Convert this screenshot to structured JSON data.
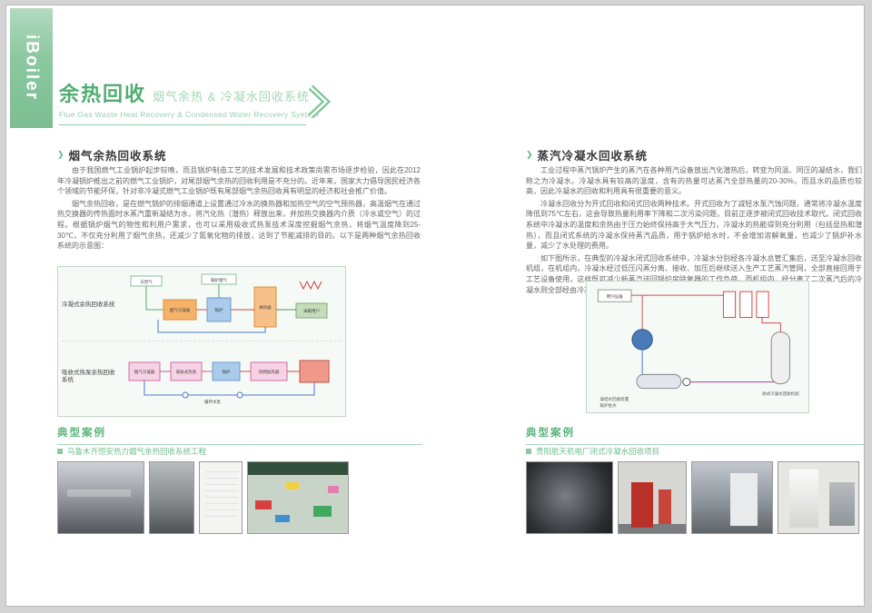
{
  "theme": {
    "accent": "#5fb57d",
    "accent_light": "#a9d6ba",
    "title_green": "#4fae6f"
  },
  "brand": {
    "logo_text": "iBoiler"
  },
  "icons": {
    "section_marker": "❯",
    "brand_bar": "brand-vertical-bar",
    "chevron": "chevron-right"
  },
  "header": {
    "title": "余热回收",
    "subtitle": "烟气余热 & 冷凝水回收系统",
    "subtitle_en": "Flue Gas Waste Heat Recovery & Condensed Water Recovery Syetem"
  },
  "left_section": {
    "heading": "烟气余热回收系统",
    "paragraphs": [
      "由于我国燃气工业锅炉起步较晚，而且锅炉制造工艺的技术发展和技术政策尚需市场逐步检验，因此在2012年冷凝锅炉推出之前的燃气工业锅炉，对尾部烟气余热的回收利用是不充分的。近年来，国家大力倡导国民经济各个领域的节能环保，针对非冷凝式燃气工业锅炉既有尾部烟气余热回收具有明显的经济和社会推广价值。",
      "烟气余热回收，是在燃气锅炉的排烟通道上设置通过冷水的换热器和加热空气的空气预热器，高温烟气在通过热交换器的传热面时水蒸汽重新凝结为水，将汽化热（潜热）释放出来，并加热交换器内介质（冷水或空气）的过程。根据锅炉烟气的物性和利用户需求，也可以采用吸收式热泵技术深度挖掘烟气余热，将烟气温度降到25-30℃，不仅充分利用了烟气余热，还减少了氮氧化物的排放，达到了节能减排的目的。以下是两种烟气余热回收系统的示意图："
    ],
    "diagrams": [
      {
        "label": "冷凝式余热回收系统",
        "labels": [
          "天然气",
          "锅炉烟气",
          "烟气冷凝器",
          "锅炉",
          "换热器",
          "采暖用户"
        ]
      },
      {
        "label": "吸收式热泵余热回收系统",
        "labels": [
          "烟气冷凝器",
          "吸收式热泵",
          "锅炉",
          "热网加热器",
          "循环水泵"
        ]
      }
    ],
    "cases": {
      "heading": "典型案例",
      "caption": "乌鲁木齐恒安热力烟气余热回收系统工程"
    }
  },
  "right_section": {
    "heading": "蒸汽冷凝水回收系统",
    "paragraphs": [
      "工业过程中蒸汽锅炉产生的蒸汽在各种用汽设备放出汽化潜热后，转变为同温、同压的凝结水，我们称之为冷凝水。冷凝水具有较高的温度，含有的热量可达蒸汽全部热量的20-30%，而且水的品质也较高，因此冷凝水的回收和利用具有很重要的意义。",
      "冷凝水回收分为开式回收和闭式回收两种技术。开式回收为了减轻水泵汽蚀问题，通常将冷凝水温度降低到75℃左右，这会导致热量利用率下降和二次污染问题，目前正逐步被闭式回收技术取代。闭式回收系统中冷凝水的温度和余热由于压力始终保持高于大气压力，冷凝水的热能得到充分利用（包括显热和潜热），而且闭式系统的冷凝水保持蒸汽品质，用于锅炉给水时，不会增加溶解氧量，也减少了锅炉补水量，减少了水处理的费用。",
      "如下图所示，在典型的冷凝水闭式回收系统中，冷凝水分别经各冷凝水总管汇集后，送至冷凝水回收机组，在机组内，冷凝水经过低压闪蒸分离、接收、加压后继续送入生产工艺蒸汽管网，全部直接回用于工艺设备使用，这样既可减少新蒸汽送回锅炉房除氧器的工作负荷。而机组内，经分离了二次蒸汽后的冷凝水则全部经由冷凝水回收单元送回锅炉房除氧器。"
    ],
    "diagram": {
      "labels": [
        "用汽设备",
        "闭式冷凝水回收机组",
        "凝结水回收装置",
        "锅炉给水"
      ]
    },
    "cases": {
      "heading": "典型案例",
      "caption": "贵阳航天机电厂闭式冷凝水回收项目"
    }
  }
}
